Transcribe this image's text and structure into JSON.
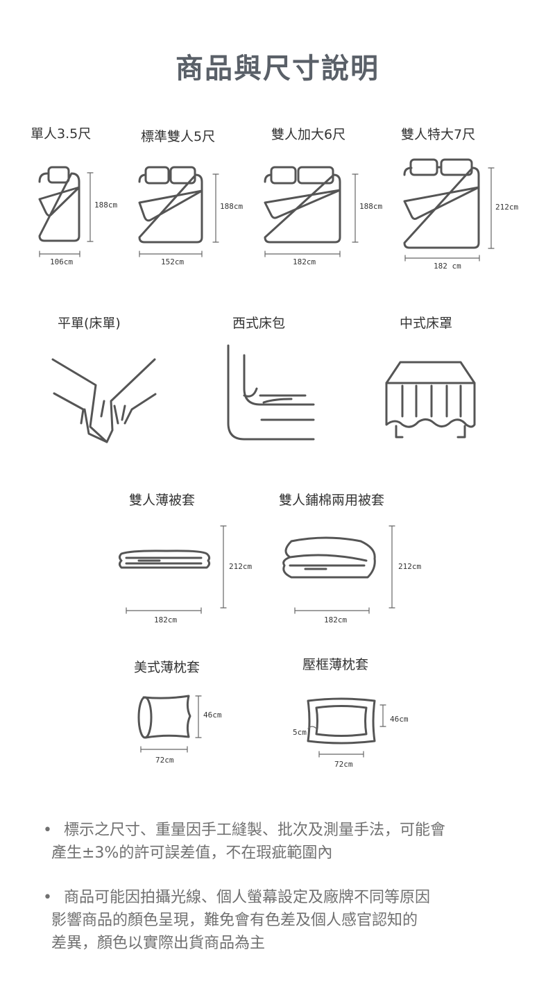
{
  "title": "商品與尺寸說明",
  "beds": [
    {
      "label": "單人3.5尺",
      "length": "188cm",
      "width": "106cm"
    },
    {
      "label": "標準雙人5尺",
      "length": "188cm",
      "width": "152cm"
    },
    {
      "label": "雙人加大6尺",
      "length": "188cm",
      "width": "182cm"
    },
    {
      "label": "雙人特大7尺",
      "length": "212cm",
      "width": "182 cm"
    }
  ],
  "sheet_types": [
    {
      "label": "平單(床單)"
    },
    {
      "label": "西式床包"
    },
    {
      "label": "中式床罩"
    }
  ],
  "duvets": [
    {
      "label": "雙人薄被套",
      "length": "212cm",
      "width": "182cm"
    },
    {
      "label": "雙人鋪棉兩用被套",
      "length": "212cm",
      "width": "182cm"
    }
  ],
  "pillowcases": [
    {
      "label": "美式薄枕套",
      "height": "46cm",
      "width": "72cm"
    },
    {
      "label": "壓框薄枕套",
      "height": "46cm",
      "width": "72cm",
      "border": "5cm"
    }
  ],
  "notes": [
    {
      "bullet": "•",
      "lines": [
        "標示之尺寸、重量因手工縫製、批次及測量手法，可能會",
        "產生±3%的許可誤差值，不在瑕疵範圍內"
      ]
    },
    {
      "bullet": "•",
      "lines": [
        "商品可能因拍攝光線、個人螢幕設定及廠牌不同等原因",
        "影響商品的顏色呈現，難免會有色差及個人感官認知的",
        "差異，顏色以實際出貨商品為主"
      ]
    }
  ]
}
